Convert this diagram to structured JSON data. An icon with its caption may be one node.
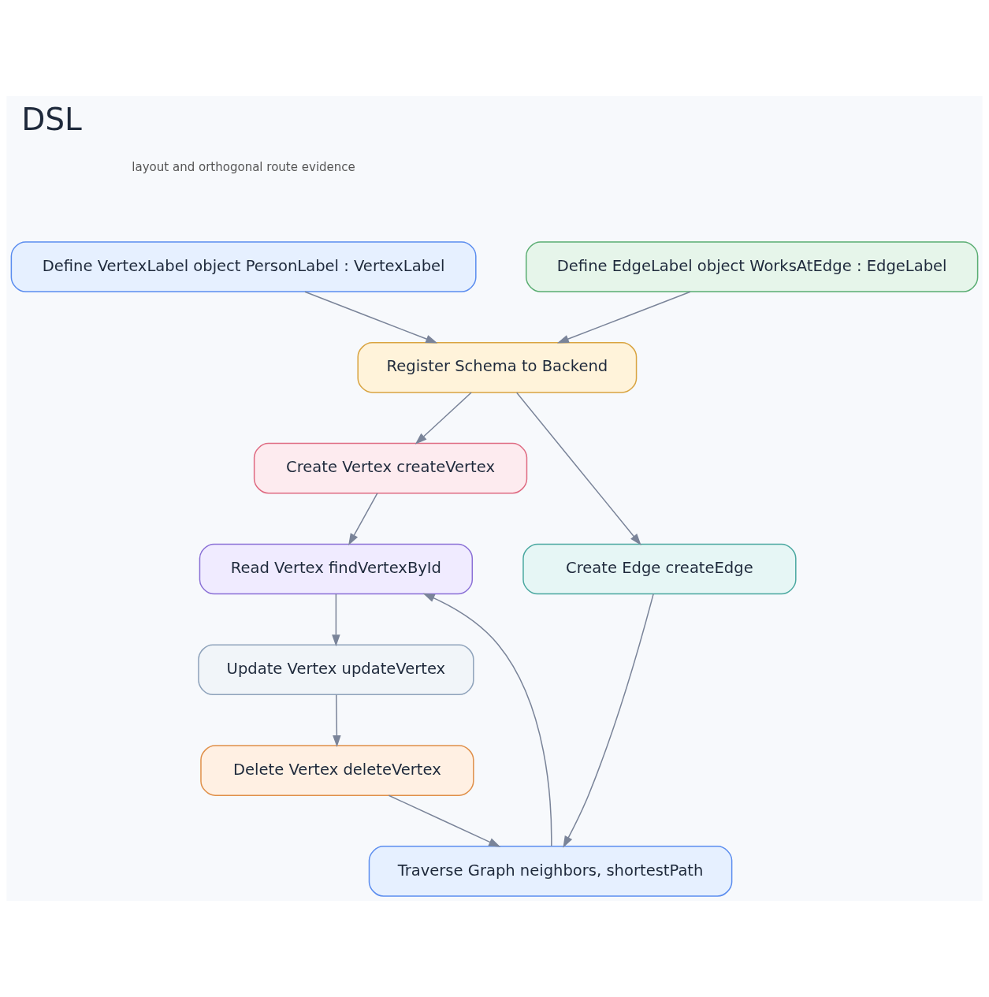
{
  "diagram": {
    "title": "DSL",
    "nodes": [
      {
        "text": [
          "Define VertexLabel object PersonLabel : VertexLabel"
        ]
      },
      {
        "text": [
          "Define EdgeLabel object WorksAtEdge : EdgeLabel"
        ]
      },
      {
        "text": [
          "Register Schema to Backend"
        ]
      },
      {
        "text": [
          "Create Vertex createVertex"
        ]
      },
      {
        "text": [
          "Read Vertex findVertexById"
        ]
      },
      {
        "text": [
          "Create Edge createEdge"
        ]
      },
      {
        "text": [
          "Update Vertex updateVertex"
        ]
      },
      {
        "text": [
          "Delete Vertex deleteVertex"
        ]
      },
      {
        "text": [
          "Traverse Graph neighbors, shortestPath"
        ]
      }
    ],
    "edges": [
      {
        "from": 0,
        "to": 2,
        "arrow": "to"
      },
      {
        "from": 1,
        "to": 2,
        "arrow": "to"
      },
      {
        "from": 2,
        "to": 3,
        "arrow": "to"
      },
      {
        "from": 2,
        "to": 5,
        "arrow": "to"
      },
      {
        "from": 3,
        "to": 4,
        "arrow": "to"
      },
      {
        "from": 4,
        "to": 6,
        "arrow": "to"
      },
      {
        "from": 6,
        "to": 7,
        "arrow": "to"
      },
      {
        "from": 7,
        "to": 8,
        "arrow": "to"
      },
      {
        "from": 8,
        "to": 4,
        "arrow": "to"
      },
      {
        "from": 5,
        "to": 8,
        "arrow": "to"
      }
    ],
    "labels": [
      "layout and orthogonal route evidence"
    ]
  }
}
